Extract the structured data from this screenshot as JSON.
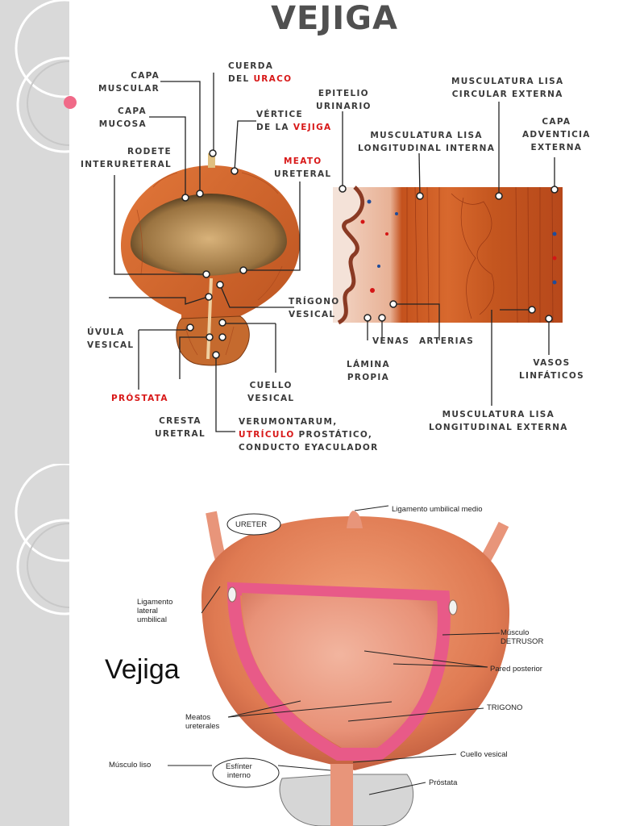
{
  "slide1": {
    "title": "VEJIGA",
    "labels": {
      "capa_muscular": [
        "CAPA",
        "MUSCULAR"
      ],
      "capa_mucosa": [
        "CAPA",
        "MUCOSA"
      ],
      "rodete": [
        "RODETE",
        "INTERURETERAL"
      ],
      "cuerda": [
        "CUERDA",
        "DEL ",
        "URACO"
      ],
      "vertice": [
        "VÉRTICE",
        "DE LA ",
        "VEJIGA"
      ],
      "meato": [
        "MEATO",
        "URETERAL"
      ],
      "uvula": [
        "ÚVULA",
        "VESICAL"
      ],
      "trigono": [
        "TRÍGONO",
        "VESICAL"
      ],
      "prostata": "PRÓSTATA",
      "cuello": [
        "CUELLO",
        "VESICAL"
      ],
      "cresta": [
        "CRESTA",
        "URETRAL"
      ],
      "verumontanum": [
        "VERUMONTARUM,",
        "UTRÍCULO",
        " PROSTÁTICO,",
        "CONDUCTO EYACULADOR"
      ],
      "epitelio": [
        "EPITELIO",
        "URINARIO"
      ],
      "musc_lisa_circ": [
        "MUSCULATURA LISA",
        "CIRCULAR EXTERNA"
      ],
      "musc_lisa_long_int": [
        "MUSCULATURA LISA",
        "LONGITUDINAL INTERNA"
      ],
      "capa_adventicia": [
        "CAPA",
        "ADVENTICIA",
        "EXTERNA"
      ],
      "venas": "VENAS",
      "arterias": "ARTERIAS",
      "lamina": [
        "LÁMINA",
        "PROPIA"
      ],
      "vasos": [
        "VASOS",
        "LINFÁTICOS"
      ],
      "musc_lisa_long_ext": [
        "MUSCULATURA LISA",
        "LONGITUDINAL EXTERNA"
      ]
    }
  },
  "slide2": {
    "big_title": "Vejiga",
    "labels": {
      "ureter": "URETER",
      "lig_umb_medio": "Ligamento umbilical medio",
      "lig_lat": [
        "Ligamento",
        "lateral",
        "umbilical"
      ],
      "musculo": "Músculo",
      "detrusor": "DETRUSOR",
      "pared": "Pared posterior",
      "meatos": [
        "Meatos",
        "ureterales"
      ],
      "trigono": "TRIGONO",
      "musculo_liso": "Músculo liso",
      "esfinter": [
        "Esfínter",
        "interno"
      ],
      "cuello": "Cuello vesical",
      "prostata": "Próstata"
    }
  },
  "colors": {
    "title": "#505050",
    "red_label": "#d81818",
    "sidebar": "#d9d9d9",
    "accent": "#e8627a"
  }
}
